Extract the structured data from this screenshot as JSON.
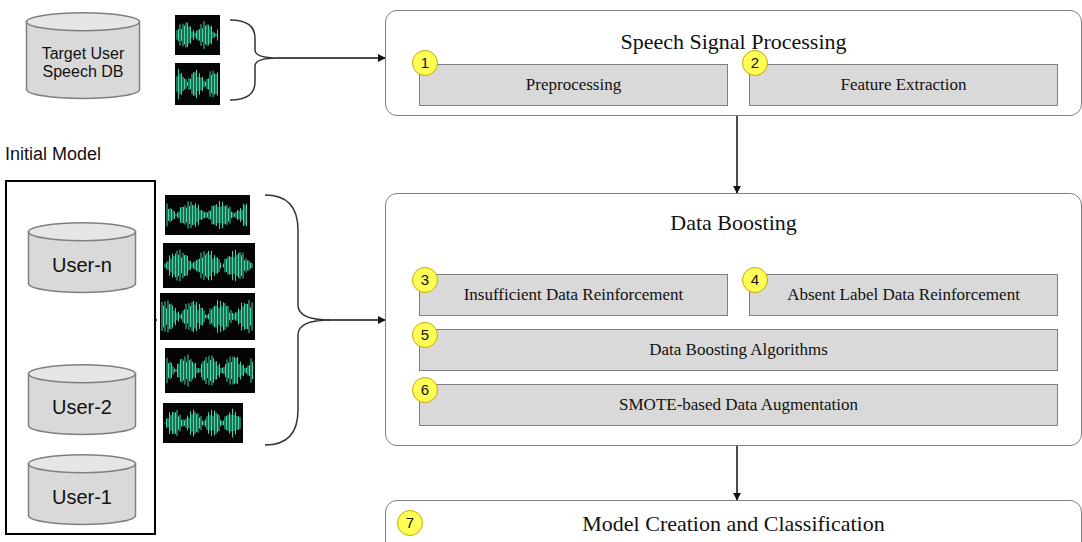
{
  "diagram": {
    "nodes": [
      {
        "text": [
          "Target User Speech DB"
        ]
      },
      {
        "text": [
          "Initial Model"
        ]
      },
      {
        "text": [
          "User-n"
        ],
        "in": 1
      },
      {
        "text": [
          "User-2"
        ],
        "in": 1
      },
      {
        "text": [
          "User-1"
        ],
        "in": 1
      },
      {
        "text": [
          "Speech Signal Processing"
        ]
      },
      {
        "text": [
          "Preprocessing"
        ],
        "in": 5
      },
      {
        "text": [
          "Feature Extraction"
        ],
        "in": 5
      },
      {
        "text": [
          "Data Boosting"
        ]
      },
      {
        "text": [
          "Insufficient Data Reinforcement"
        ],
        "in": 8
      },
      {
        "text": [
          "Absent Label Data Reinforcement"
        ],
        "in": 8
      },
      {
        "text": [
          "Data Boosting Algorithms"
        ],
        "in": 8
      },
      {
        "text": [
          "SMOTE-based Data Augmentation"
        ],
        "in": 8
      },
      {
        "text": [
          "Model Creation and Classification"
        ]
      }
    ],
    "edges": [
      {
        "from": 0,
        "to": 5,
        "arrow": "to"
      },
      {
        "from": 1,
        "to": 8,
        "arrow": "to"
      },
      {
        "from": 5,
        "to": 8,
        "arrow": "to"
      },
      {
        "from": 8,
        "to": 13,
        "arrow": "to"
      }
    ],
    "labels": [
      "1",
      "2",
      "3",
      "4",
      "5",
      "6",
      "7"
    ]
  }
}
